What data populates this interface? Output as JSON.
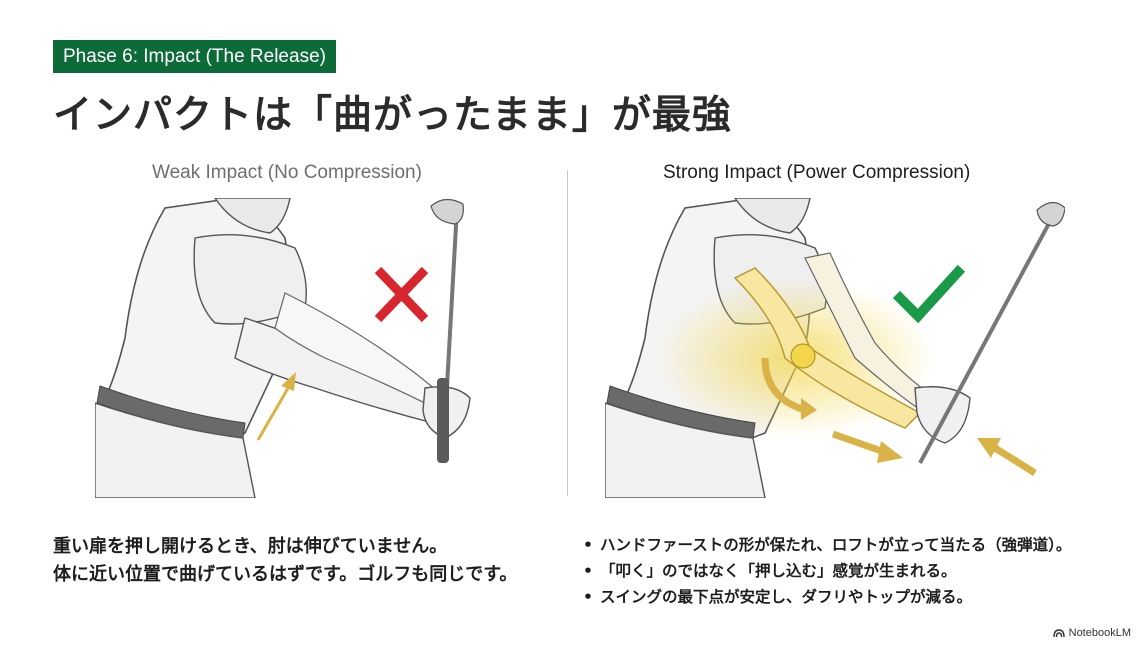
{
  "header": {
    "phase_badge": "Phase 6: Impact (The Release)",
    "title": "インパクトは「曲がったまま」が最強"
  },
  "panels": {
    "weak": {
      "title": "Weak Impact (No Compression)",
      "icon": "red-cross-icon",
      "icon_color": "#d7262e",
      "arrow_color": "#d9b347"
    },
    "strong": {
      "title": "Strong Impact (Power Compression)",
      "icon": "green-check-icon",
      "icon_color": "#199a48",
      "arrow_color": "#d9b347",
      "highlight_color": "#f2d64b"
    }
  },
  "left_caption": {
    "lines": [
      "重い扉を押し開けるとき、肘は伸びていません。",
      "体に近い位置で曲げているはずです。ゴルフも同じです。"
    ]
  },
  "bullets": {
    "marker": "•",
    "items": [
      "ハンドファーストの形が保たれ、ロフトが立って当たる（強弾道）。",
      "「叩く」のではなく「押し込む」感覚が生まれる。",
      "スイングの最下点が安定し、ダフリやトップが減る。"
    ]
  },
  "brand": {
    "label": "NotebookLM",
    "icon": "notebooklm-logo-icon"
  },
  "colors": {
    "badge_bg": "#0d6b3a",
    "title_text": "#2b2b2b",
    "divider": "#c9c9c9"
  }
}
